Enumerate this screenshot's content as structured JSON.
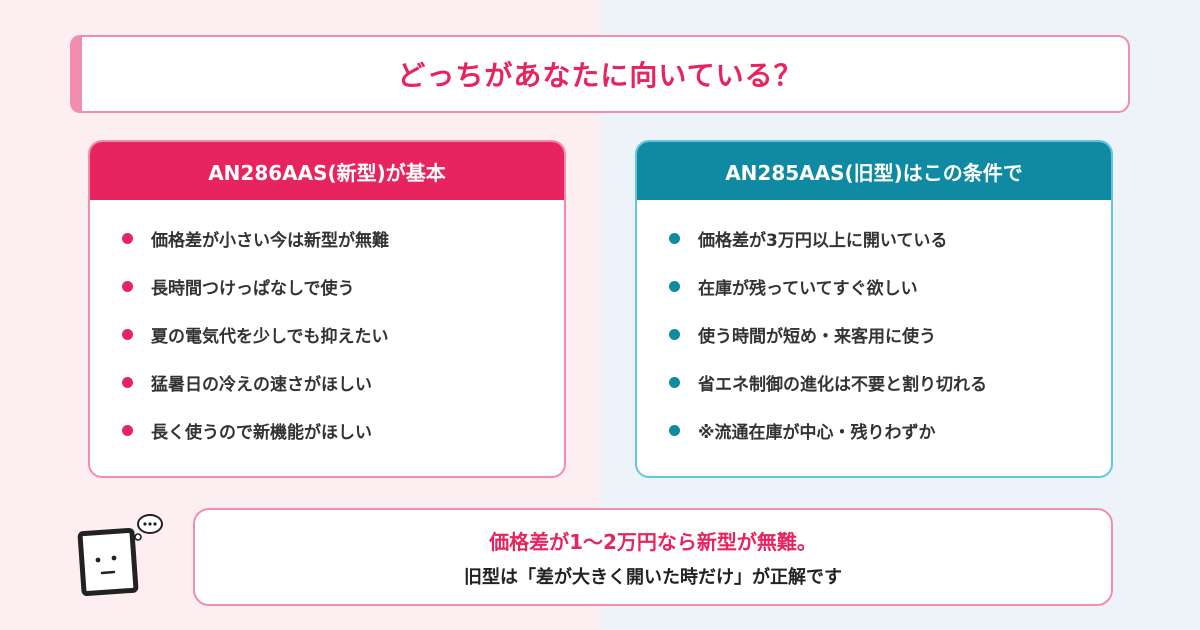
{
  "header": {
    "title": "どっちがあなたに向いている？"
  },
  "left_card": {
    "title": "AN286AAS(新型)が基本",
    "items": [
      "価格差が小さい今は新型が無難",
      "長時間つけっぱなしで使う",
      "夏の電気代を少しでも抑えたい",
      "猛暑日の冷えの速さがほしい",
      "長く使うので新機能がほしい"
    ]
  },
  "right_card": {
    "title": "AN285AAS(旧型)はこの条件で",
    "items": [
      "価格差が3万円以上に開いている",
      "在庫が残っていてすぐ欲しい",
      "使う時間が短め・来客用に使う",
      "省エネ制御の進化は不要と割り切れる",
      "※流通在庫が中心・残りわずか"
    ]
  },
  "conclusion": {
    "line1": "価格差が1〜2万円なら新型が無難。",
    "line2": "旧型は「差が大きく開いた時だけ」が正解です"
  },
  "colors": {
    "pink_accent": "#e8245f",
    "teal_accent": "#0f8aa2",
    "pink_border": "#f28db0",
    "teal_border": "#63c6e0"
  },
  "icons": {
    "mascot": "thinking-character-icon"
  }
}
